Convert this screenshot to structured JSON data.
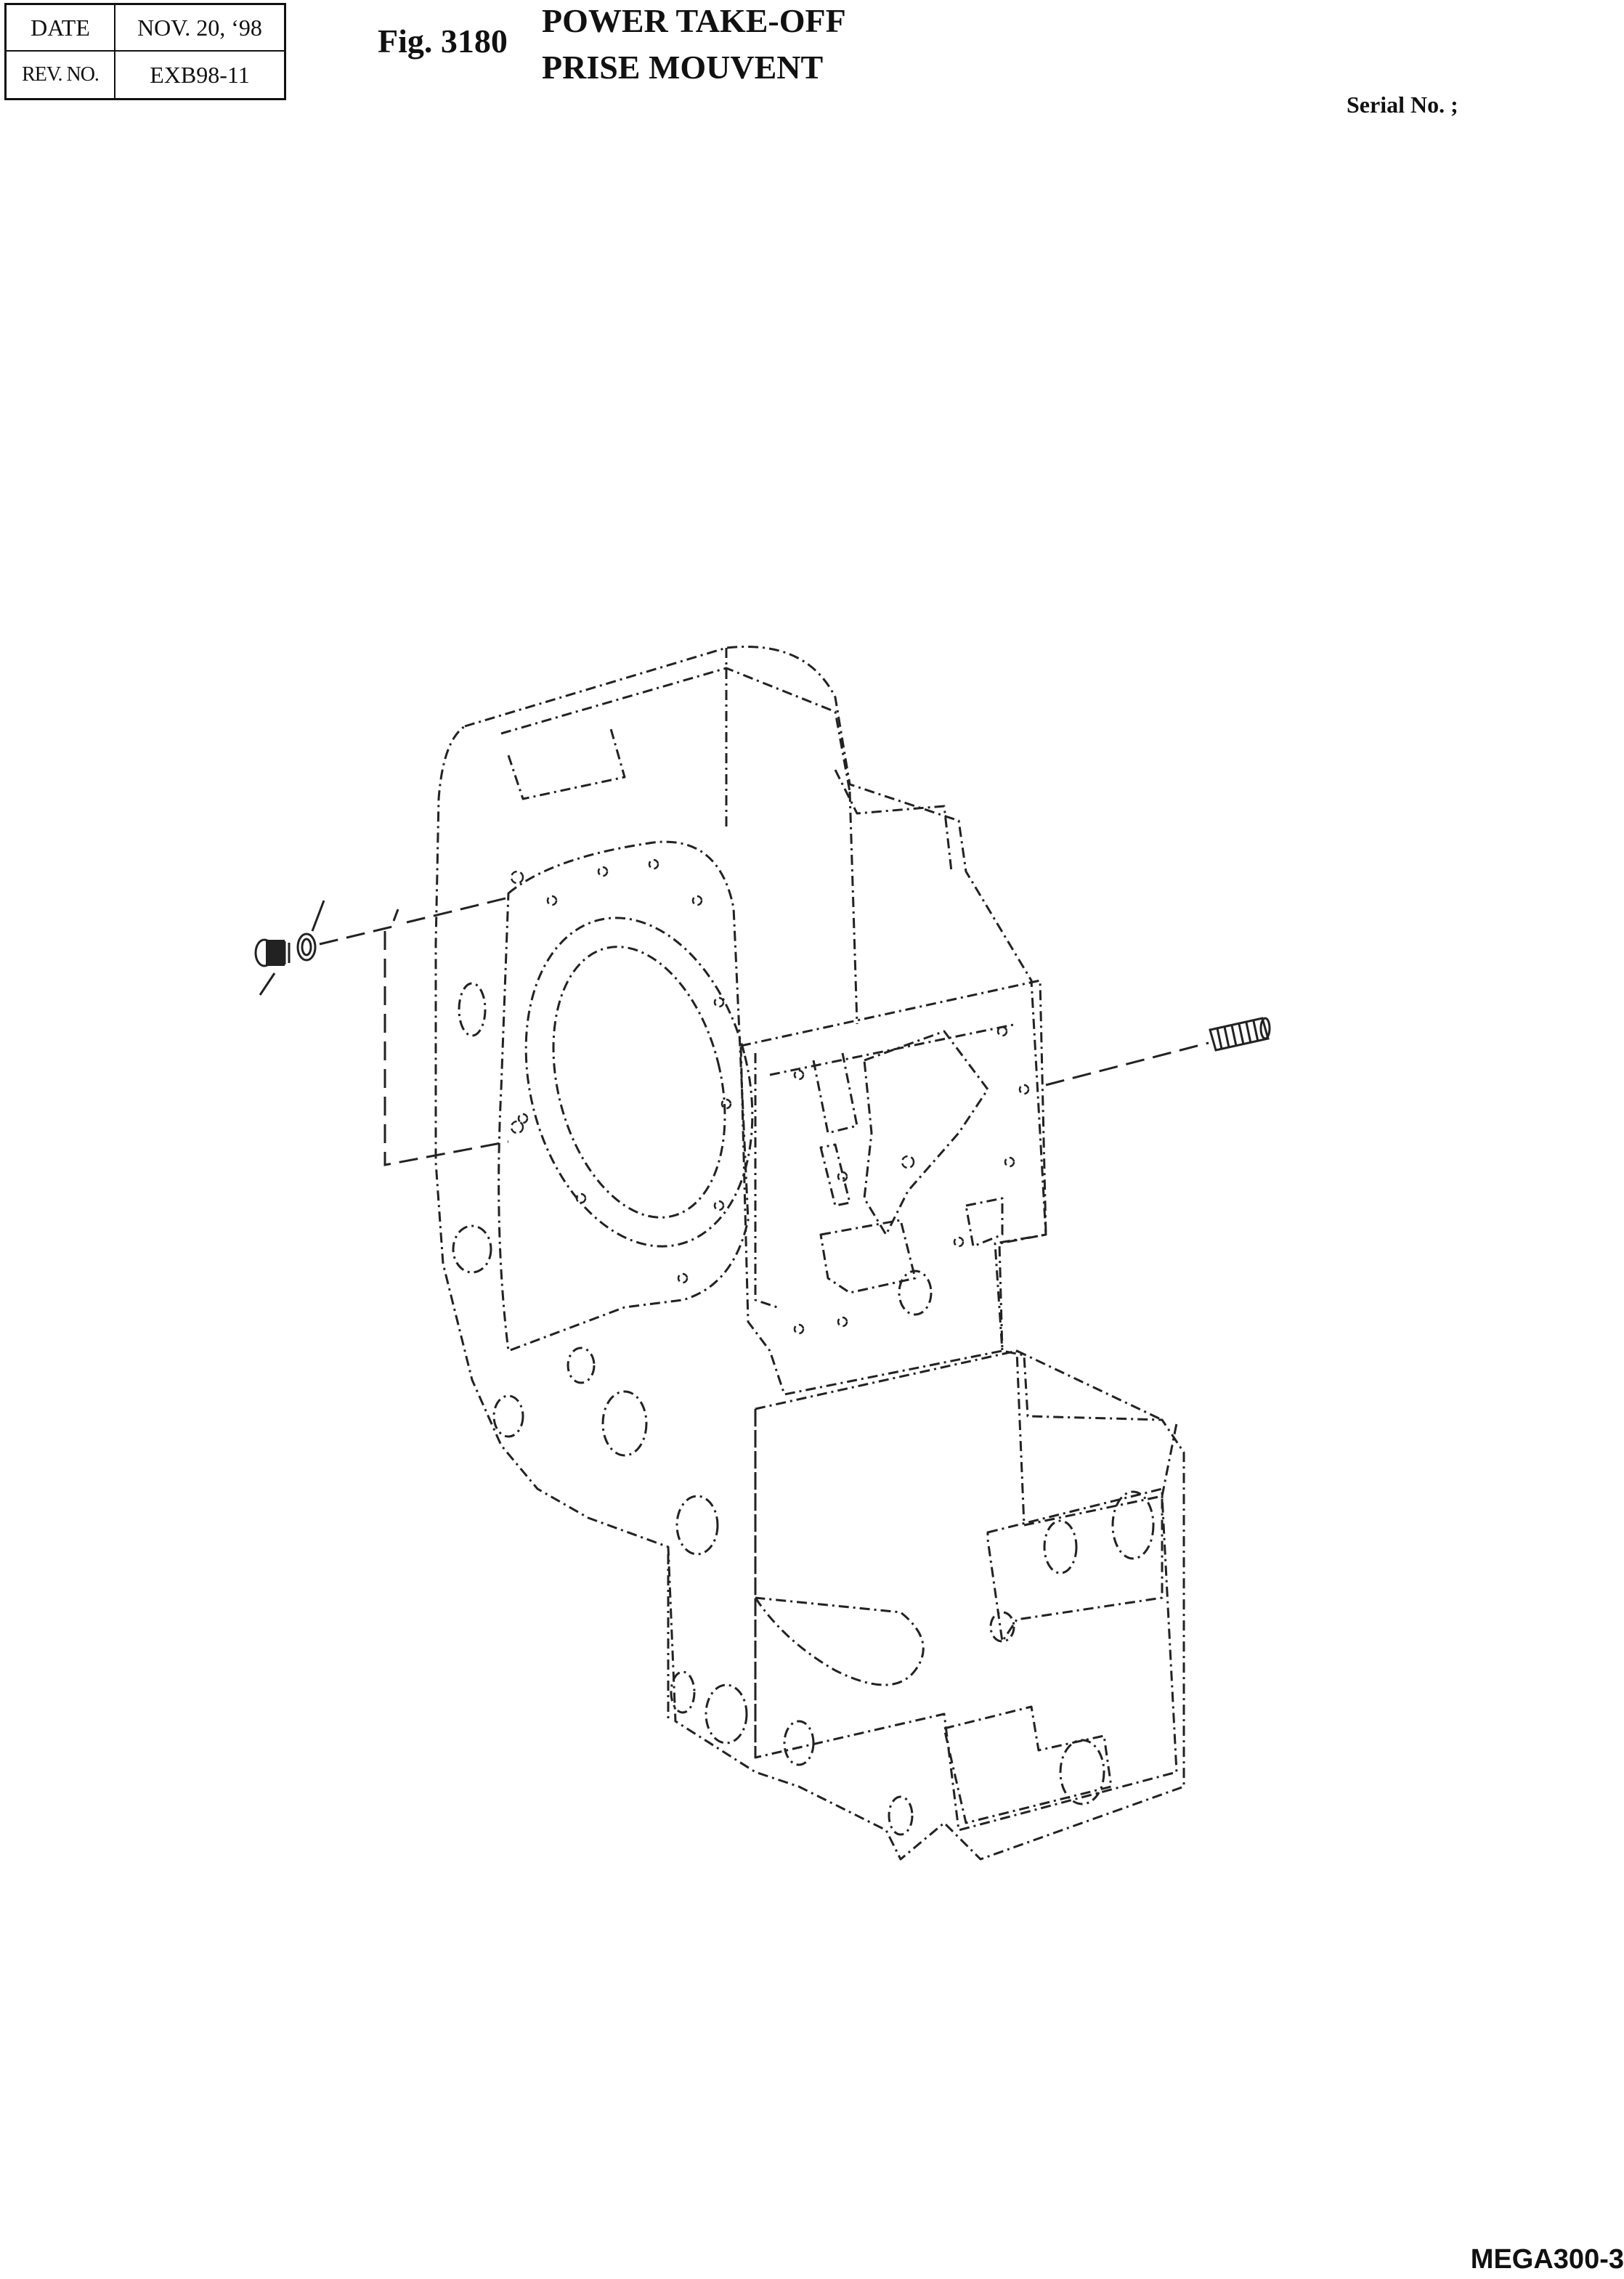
{
  "revision_box": {
    "date_label": "DATE",
    "date_value": "NOV. 20, ‘98",
    "rev_label": "REV. NO.",
    "rev_value": "EXB98-11"
  },
  "figure": {
    "number": "Fig. 3180",
    "title_en": "POWER TAKE-OFF",
    "title_fr": "PRISE MOUVENT"
  },
  "serial_label": "Serial No. ;",
  "drawing_code": "MEGA300-3",
  "parts": [
    {
      "name": "plug",
      "icon": "threaded-plug-icon"
    },
    {
      "name": "o-ring",
      "icon": "o-ring-icon"
    },
    {
      "name": "stud",
      "icon": "threaded-stud-icon"
    },
    {
      "name": "housing",
      "icon": "transmission-housing-icon"
    }
  ]
}
